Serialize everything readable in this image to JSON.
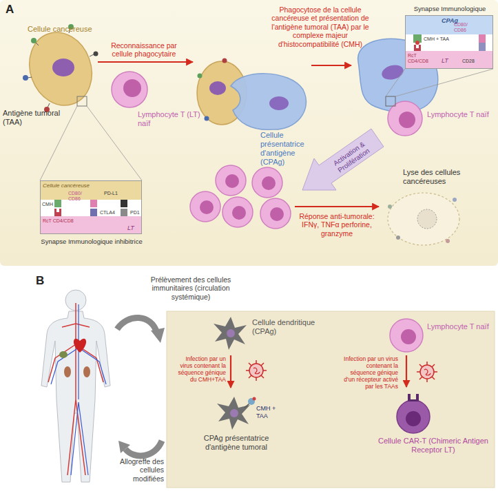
{
  "diagram": {
    "nodes": [
      {
        "text": [
          "A"
        ]
      },
      {
        "text": [
          "Cellule cancéreuse",
          "Antigène tumoral (TAA)"
        ],
        "in": 0
      },
      {
        "text": [
          "Lymphocyte T (LT) naïf"
        ],
        "in": 0
      },
      {
        "text": [
          "Cellule cancéreuse",
          "CMH",
          "CD80/ CD86",
          "PD-L1",
          "CTLA4",
          "PD1",
          "RcT CD4/CD8",
          "LT",
          "Synapse Immunologique inhibitrice"
        ],
        "in": 0
      },
      {
        "text": [
          "Cellule présentatrice d'antigène (CPAg)"
        ],
        "in": 0
      },
      {
        "text": [
          "Lymphocyte T naïf"
        ],
        "in": 0
      },
      {
        "text": [
          "Synapse Immunologique",
          "CPAg",
          "CMH + TAA",
          "CD80/ CD86",
          "RcT CD4/CD8",
          "LT",
          "CD28"
        ],
        "in": 0
      },
      {
        "text": [
          "Cellule dendritique (CPAg)"
        ]
      },
      {
        "text": [
          "CMH + TAA",
          "CPAg présentatrice d'antigène tumoral"
        ]
      },
      {
        "text": [
          "Lymphocyte T naïf"
        ]
      },
      {
        "text": [
          "Cellule CAR-T (Chimeric Antigen Receptor LT)"
        ]
      }
    ],
    "edges": [
      {
        "from": 1,
        "to": 4,
        "arrow": "to",
        "label": "Reconnaissance par cellule phagocytaire"
      },
      {
        "from": 4,
        "to": 5,
        "arrow": "to",
        "label": "Phagocytose de la cellule cancéreuse et présentation de l'antigène tumoral (TAA) par le complexe majeur d'histocompatibilité (CMH)"
      },
      {
        "from": 7,
        "to": 8,
        "arrow": "to",
        "label": "Infection par un virus contenant la séquence génique du CMH+TAA"
      },
      {
        "from": 9,
        "to": 10,
        "arrow": "to",
        "label": "Infection par un virus contenant la séquence génique d'un récepteur activé par les TAAs"
      }
    ],
    "labels": [
      "Activation & Prolifération",
      "Réponse anti-tumorale: IFNγ, TNFα perforine, granzyme",
      "Lyse des cellules cancéreuses",
      "B",
      "Prélèvement des cellules immunitaires (circulation systémique)",
      "Allogreffe des cellules modifiées"
    ]
  }
}
